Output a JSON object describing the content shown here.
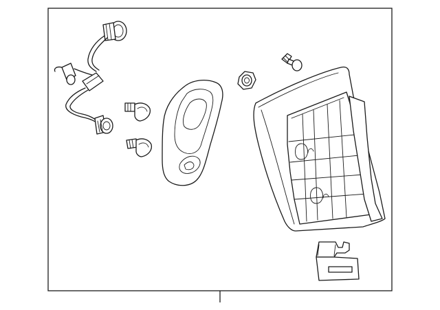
{
  "diagram": {
    "parts": [
      {
        "id": "wire-harness",
        "icon": "wire-harness-socket-icon"
      },
      {
        "id": "bulb-upper",
        "icon": "wedge-bulb-icon"
      },
      {
        "id": "bulb-lower",
        "icon": "wedge-bulb-icon"
      },
      {
        "id": "gasket",
        "icon": "gasket-icon"
      },
      {
        "id": "nut",
        "icon": "hex-nut-icon"
      },
      {
        "id": "screw",
        "icon": "screw-icon"
      },
      {
        "id": "lamp-assembly",
        "icon": "tail-lamp-housing-icon"
      },
      {
        "id": "bracket",
        "icon": "mounting-bracket-icon"
      }
    ],
    "colors": {
      "line": "#1a1a1a",
      "background": "#ffffff"
    }
  }
}
